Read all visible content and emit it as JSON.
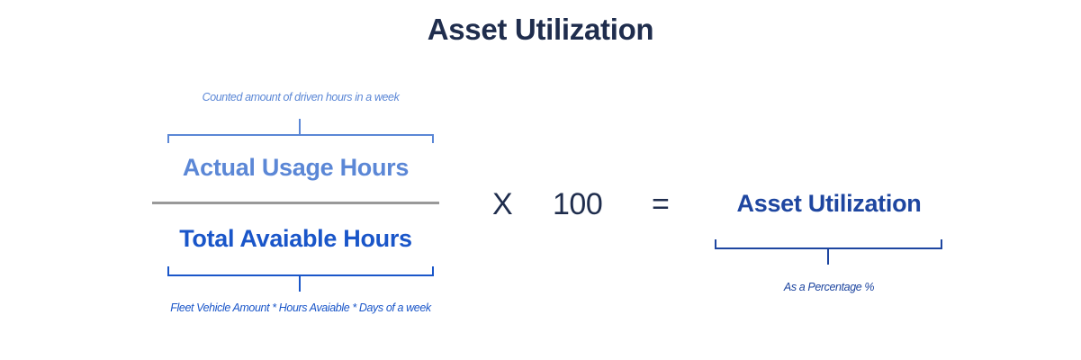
{
  "title": "Asset Utilization",
  "formula": {
    "numerator": {
      "label": "Actual Usage Hours",
      "note": "Counted amount of driven hours in a week",
      "color": "#5b87d6"
    },
    "denominator": {
      "label": "Total Avaiable Hours",
      "note": "Fleet Vehicle Amount * Hours Avaiable * Days of a week",
      "color": "#1a56c9"
    },
    "multiply_sign": "X",
    "multiplier": "100",
    "equals_sign": "=",
    "result": {
      "label": "Asset Utilization",
      "note": "As a Percentage %",
      "color": "#1e46a0"
    },
    "divider_color": "#999999",
    "title_color": "#1f2d4d"
  }
}
